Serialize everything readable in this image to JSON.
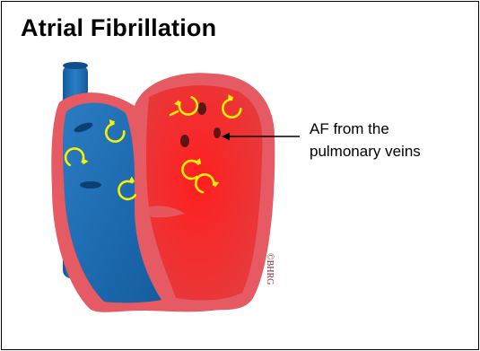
{
  "title": "Atrial Fibrillation",
  "annotation": {
    "line1": "AF from the",
    "line2": "pulmonary veins"
  },
  "watermark": "©BHRG",
  "icons": [
    "circular-arrow-icon"
  ],
  "colors": {
    "heart_outline": "#e65a63",
    "right_side_blue": "#2372b8",
    "left_side_red": "#ef2a2a",
    "arrow_yellow": "#f7f000",
    "vessel_blue": "#1c69b3"
  }
}
